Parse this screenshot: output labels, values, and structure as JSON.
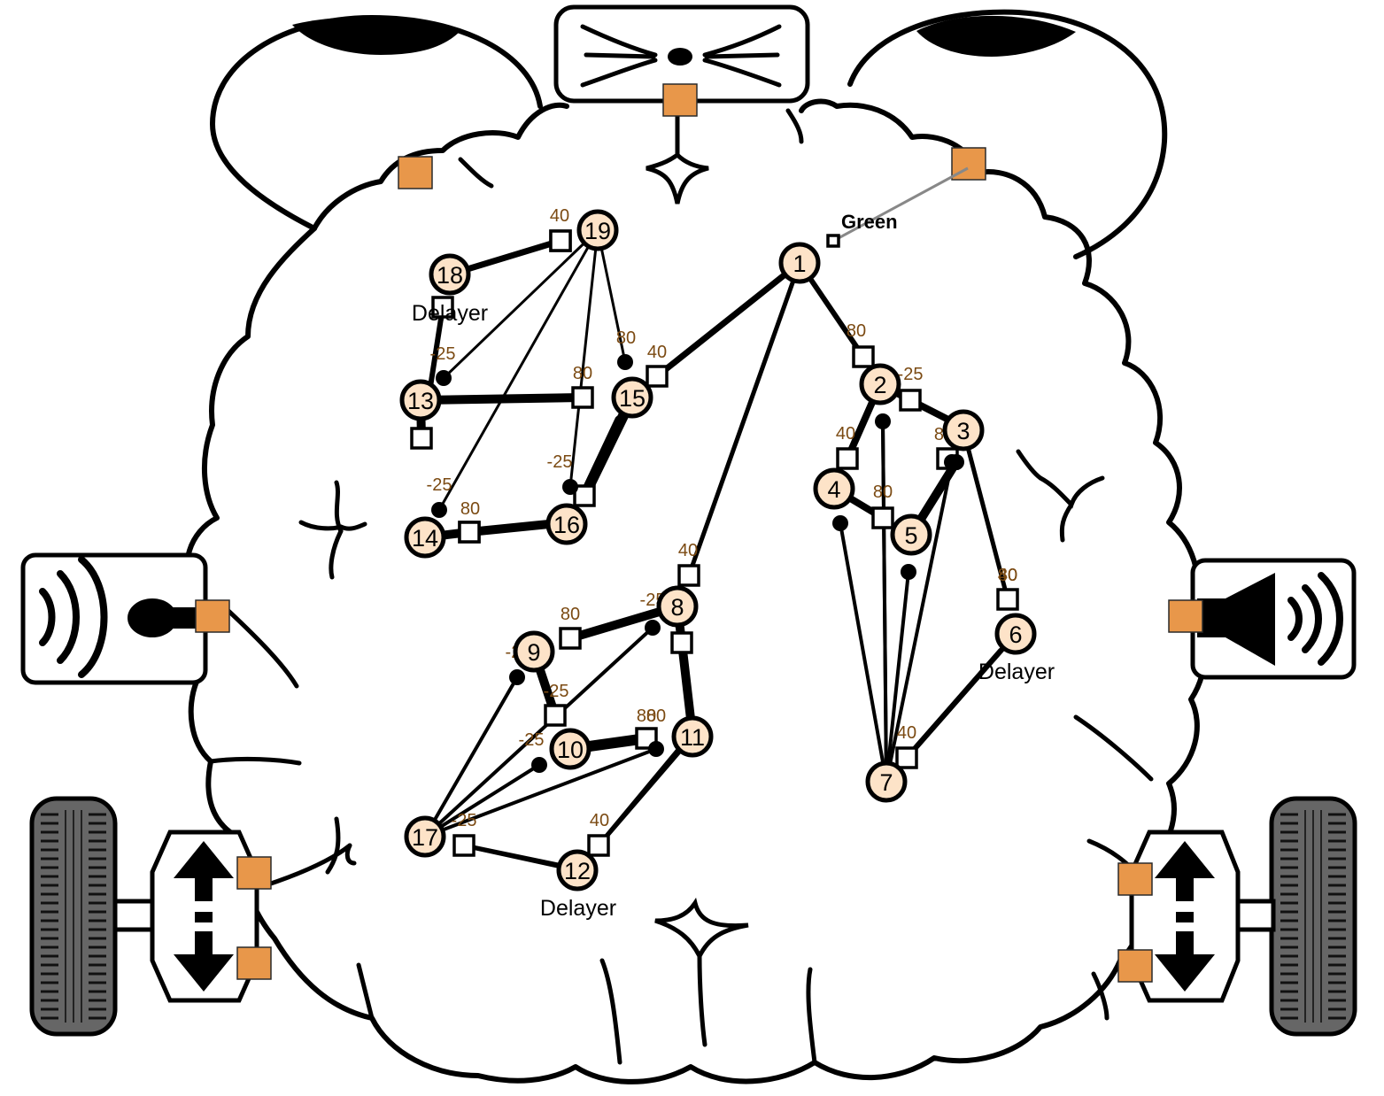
{
  "sensor_label": "Green",
  "delayer_label": "Delayer",
  "colors": {
    "port": "#E8974A",
    "neuron_fill": "#FDE3C8",
    "weight_text": "#7B4A12"
  },
  "icons": [
    "nose-icon",
    "eye-icon-left",
    "eye-icon-right",
    "microphone-icon",
    "speaker-icon",
    "wheel-icon-left",
    "wheel-icon-right",
    "motor-arrows-icon-left",
    "motor-arrows-icon-right"
  ],
  "neurons": [
    "1",
    "2",
    "3",
    "4",
    "5",
    "6",
    "7",
    "8",
    "9",
    "10",
    "11",
    "12",
    "13",
    "14",
    "15",
    "16",
    "17",
    "18",
    "19"
  ],
  "weights": [
    "40",
    "80",
    "-25",
    "40",
    "80",
    "80",
    "80",
    "-25",
    "40",
    "40",
    "80",
    "-25",
    "-25",
    "80",
    "-25",
    "80",
    "40",
    "-25",
    "-25",
    "80",
    "-25",
    "80",
    "80",
    "40",
    "40",
    "-25"
  ],
  "delayers": [
    "Delayer",
    "Delayer",
    "Delayer"
  ]
}
